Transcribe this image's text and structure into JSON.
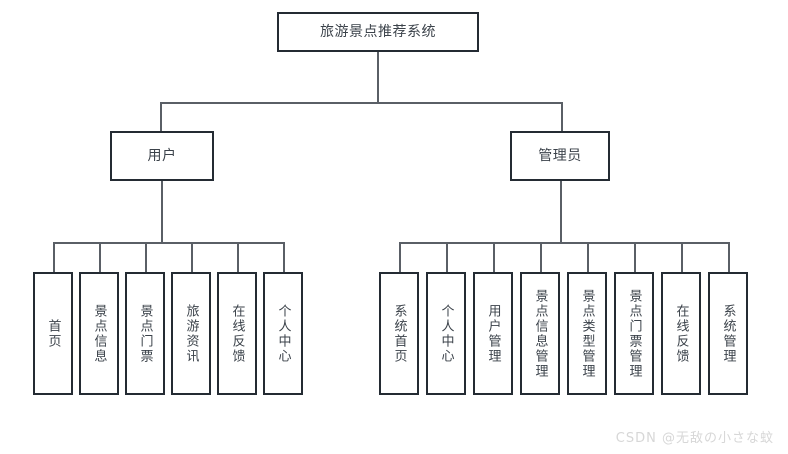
{
  "diagram": {
    "type": "org-chart",
    "root": {
      "label": "旅游景点推荐系统"
    },
    "branches": [
      {
        "label": "用户",
        "children": [
          {
            "label": "首页"
          },
          {
            "label": "景点信息"
          },
          {
            "label": "景点门票"
          },
          {
            "label": "旅游资讯"
          },
          {
            "label": "在线反馈"
          },
          {
            "label": "个人中心"
          }
        ]
      },
      {
        "label": "管理员",
        "children": [
          {
            "label": "系统首页"
          },
          {
            "label": "个人中心"
          },
          {
            "label": "用户管理"
          },
          {
            "label": "景点信息管理"
          },
          {
            "label": "景点类型管理"
          },
          {
            "label": "景点门票管理"
          },
          {
            "label": "在线反馈"
          },
          {
            "label": "系统管理"
          }
        ]
      }
    ]
  },
  "watermark": {
    "text": "CSDN @无敌の小さな蚊"
  },
  "colors": {
    "box_border": "#242b33",
    "connector": "#5a5f66",
    "text": "#3b424a",
    "background": "#ffffff",
    "watermark": "#d7d7d7"
  }
}
